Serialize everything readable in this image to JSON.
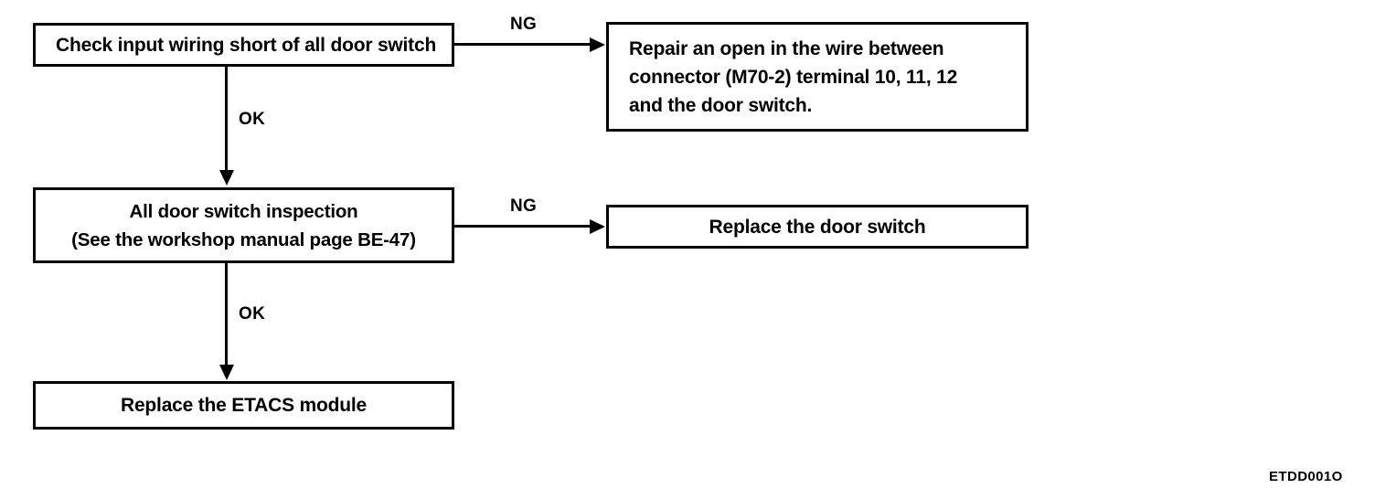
{
  "diagram": {
    "reference_code": "ETDD001O",
    "nodes": [
      {
        "id": "check-input-wiring",
        "lines": [
          "Check input wiring short of all door switch"
        ]
      },
      {
        "id": "repair-open-wire",
        "lines": [
          "Repair an open in the wire between",
          "connector (M70-2) terminal 10, 11, 12",
          "and the door switch."
        ]
      },
      {
        "id": "all-door-switch-inspection",
        "lines": [
          "All door switch inspection",
          "(See the workshop manual page BE-47)"
        ]
      },
      {
        "id": "replace-door-switch",
        "lines": [
          "Replace the door switch"
        ]
      },
      {
        "id": "replace-etacs-module",
        "lines": [
          "Replace the ETACS module"
        ]
      }
    ],
    "edges": [
      {
        "id": "edge-ng-1",
        "label": "NG"
      },
      {
        "id": "edge-ok-1",
        "label": "OK"
      },
      {
        "id": "edge-ng-2",
        "label": "NG"
      },
      {
        "id": "edge-ok-2",
        "label": "OK"
      }
    ]
  }
}
